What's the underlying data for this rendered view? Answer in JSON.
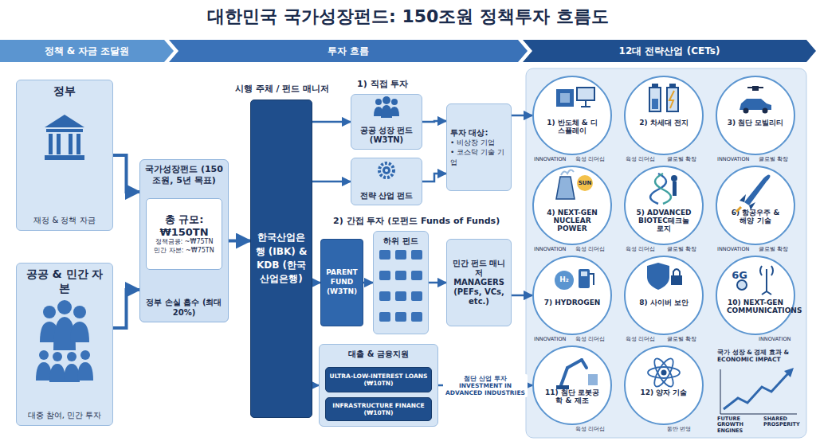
{
  "diagram": {
    "title": "대한민국 국가성장펀드: 150조원 정책투자 흐름도",
    "nodes": [
      {
        "text": [
          "정책 & 자금 조달원"
        ]
      },
      {
        "text": [
          "투자 흐름"
        ]
      },
      {
        "text": [
          "12대 전략산업 (CETs)"
        ]
      },
      {
        "text": [
          "정부",
          "재정 & 정책 자금"
        ]
      },
      {
        "text": [
          "공공 & 민간 자본",
          "대중 참여, 민간 투자"
        ]
      },
      {
        "text": [
          "국가성장펀드 (150조원, 5년 목표)",
          "정부 손실 흡수 (최대 20%)"
        ]
      },
      {
        "text": [
          "총 규모: ₩150TN",
          "정책금융: ~₩75TN",
          "민간 자본: ~₩75TN"
        ],
        "in": 5
      },
      {
        "text": [
          "시행 주체 / 펀드 매니저",
          "한국산업은행 (IBK) & KDB (한국산업은행)"
        ]
      },
      {
        "text": [
          "공공 성장 펀드 (W3TN)"
        ]
      },
      {
        "text": [
          "전략 산업 펀드"
        ]
      },
      {
        "text": [
          "투자 대상:",
          "• 비상장 기업",
          "• 코스닥 기술 기업"
        ]
      },
      {
        "text": [
          "PARENT FUND (W3TN)"
        ]
      },
      {
        "text": [
          "하위 펀드"
        ]
      },
      {
        "text": [
          "민간 펀드 매니저 MANAGERS (PEFs, VCs, etc.)"
        ]
      },
      {
        "text": [
          "대출 & 금융지원"
        ]
      },
      {
        "text": [
          "ULTRA-LOW-INTEREST LOANS (₩10TN)"
        ],
        "in": 14
      },
      {
        "text": [
          "INFRASTRUCTURE FINANCE (₩10TN)"
        ],
        "in": 14
      },
      {
        "text": [
          "1) 반도체 & 디스플레이"
        ]
      },
      {
        "text": [
          "2) 차세대 전지"
        ]
      },
      {
        "text": [
          "3) 첨단 모빌리티"
        ]
      },
      {
        "text": [
          "4) NEXT-GEN NUCLEAR POWER"
        ]
      },
      {
        "text": [
          "5) ADVANCED BIOTEC테크놀로지"
        ]
      },
      {
        "text": [
          "6) 항공우주 & 해양 기술"
        ]
      },
      {
        "text": [
          "7) HYDROGEN"
        ]
      },
      {
        "text": [
          "8) 사이버 보안"
        ]
      },
      {
        "text": [
          "10) NEXT-GEN COMMUNICATIONS"
        ]
      },
      {
        "text": [
          "11) 첨단 로봇공학 & 제조"
        ]
      },
      {
        "text": [
          "12) 양자 기술"
        ]
      }
    ],
    "edges": [
      {
        "from": 3,
        "to": 5,
        "arrow": "to"
      },
      {
        "from": 4,
        "to": 5,
        "arrow": "to"
      },
      {
        "from": 5,
        "to": 7,
        "arrow": "to"
      },
      {
        "from": 7,
        "to": 8,
        "arrow": "to"
      },
      {
        "from": 7,
        "to": 9,
        "arrow": "to"
      },
      {
        "from": 7,
        "to": 11,
        "arrow": "to"
      },
      {
        "from": 7,
        "to": 14,
        "arrow": "to"
      },
      {
        "from": 8,
        "to": 10,
        "arrow": "to"
      },
      {
        "from": 9,
        "to": 10,
        "arrow": "to"
      },
      {
        "from": 10,
        "to": 17,
        "arrow": "to"
      },
      {
        "from": 11,
        "to": 12,
        "arrow": "to"
      },
      {
        "from": 12,
        "to": 13,
        "arrow": "to"
      },
      {
        "from": 13,
        "to": 23,
        "arrow": "to"
      },
      {
        "from": 14,
        "to": 26,
        "label": "첨단 산업 투자 INVESTMENT IN ADVANCED INDUSTRIES",
        "arrow": "to"
      }
    ],
    "labels": [
      "1) 직접 투자",
      "2) 간접 투자 (모펀드 Funds of Funds)",
      "SUN",
      "H₂",
      "6G",
      "INNOVATION",
      "육성 리더십",
      "육성 리더십",
      "글로벌 확장",
      "INNOVATION",
      "글로벌 확장",
      "INNOVATION",
      "육성 리더십",
      "육성 리더십",
      "글로벌 확장",
      "INNOVATION",
      "글로벌 확장",
      "INNOVATION",
      "육성 리더십",
      "육성 리더십",
      "글로벌 확장",
      "INNOVATION",
      "육성 리더십",
      "동반 번영",
      "국가 성장 & 경제 효과 & ECONOMIC IMPACT",
      "FUTURE GROWTH ENGINES",
      "SHARED PROSPERITY"
    ]
  }
}
